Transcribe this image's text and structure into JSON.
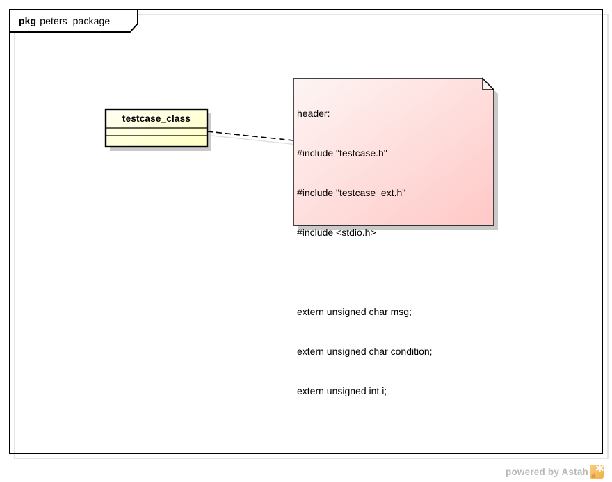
{
  "diagram": {
    "frame_type": "pkg",
    "frame_title": "peters_package"
  },
  "class_box": {
    "name": "testcase_class"
  },
  "note": {
    "lines": [
      "header:",
      "#include \"testcase.h\"",
      "#include \"testcase_ext.h\"",
      "#include <stdio.h>",
      "",
      "extern unsigned char msg;",
      "extern unsigned char condition;",
      "extern unsigned int i;"
    ]
  },
  "watermark": {
    "label": "powered by Astah",
    "logo_star": "✱",
    "logo_letter": "a"
  },
  "colors": {
    "class_fill_start": "#fffff3",
    "class_fill_end": "#ffffc2",
    "note_fill_start": "#fdf5f4",
    "note_fill_end": "#ffc8c6",
    "note_fold_fill": "#fdf0ee",
    "shape_shadow": "#c9c9c9",
    "frame_shadow": "#d9d9d9",
    "line_color": "#000000"
  }
}
